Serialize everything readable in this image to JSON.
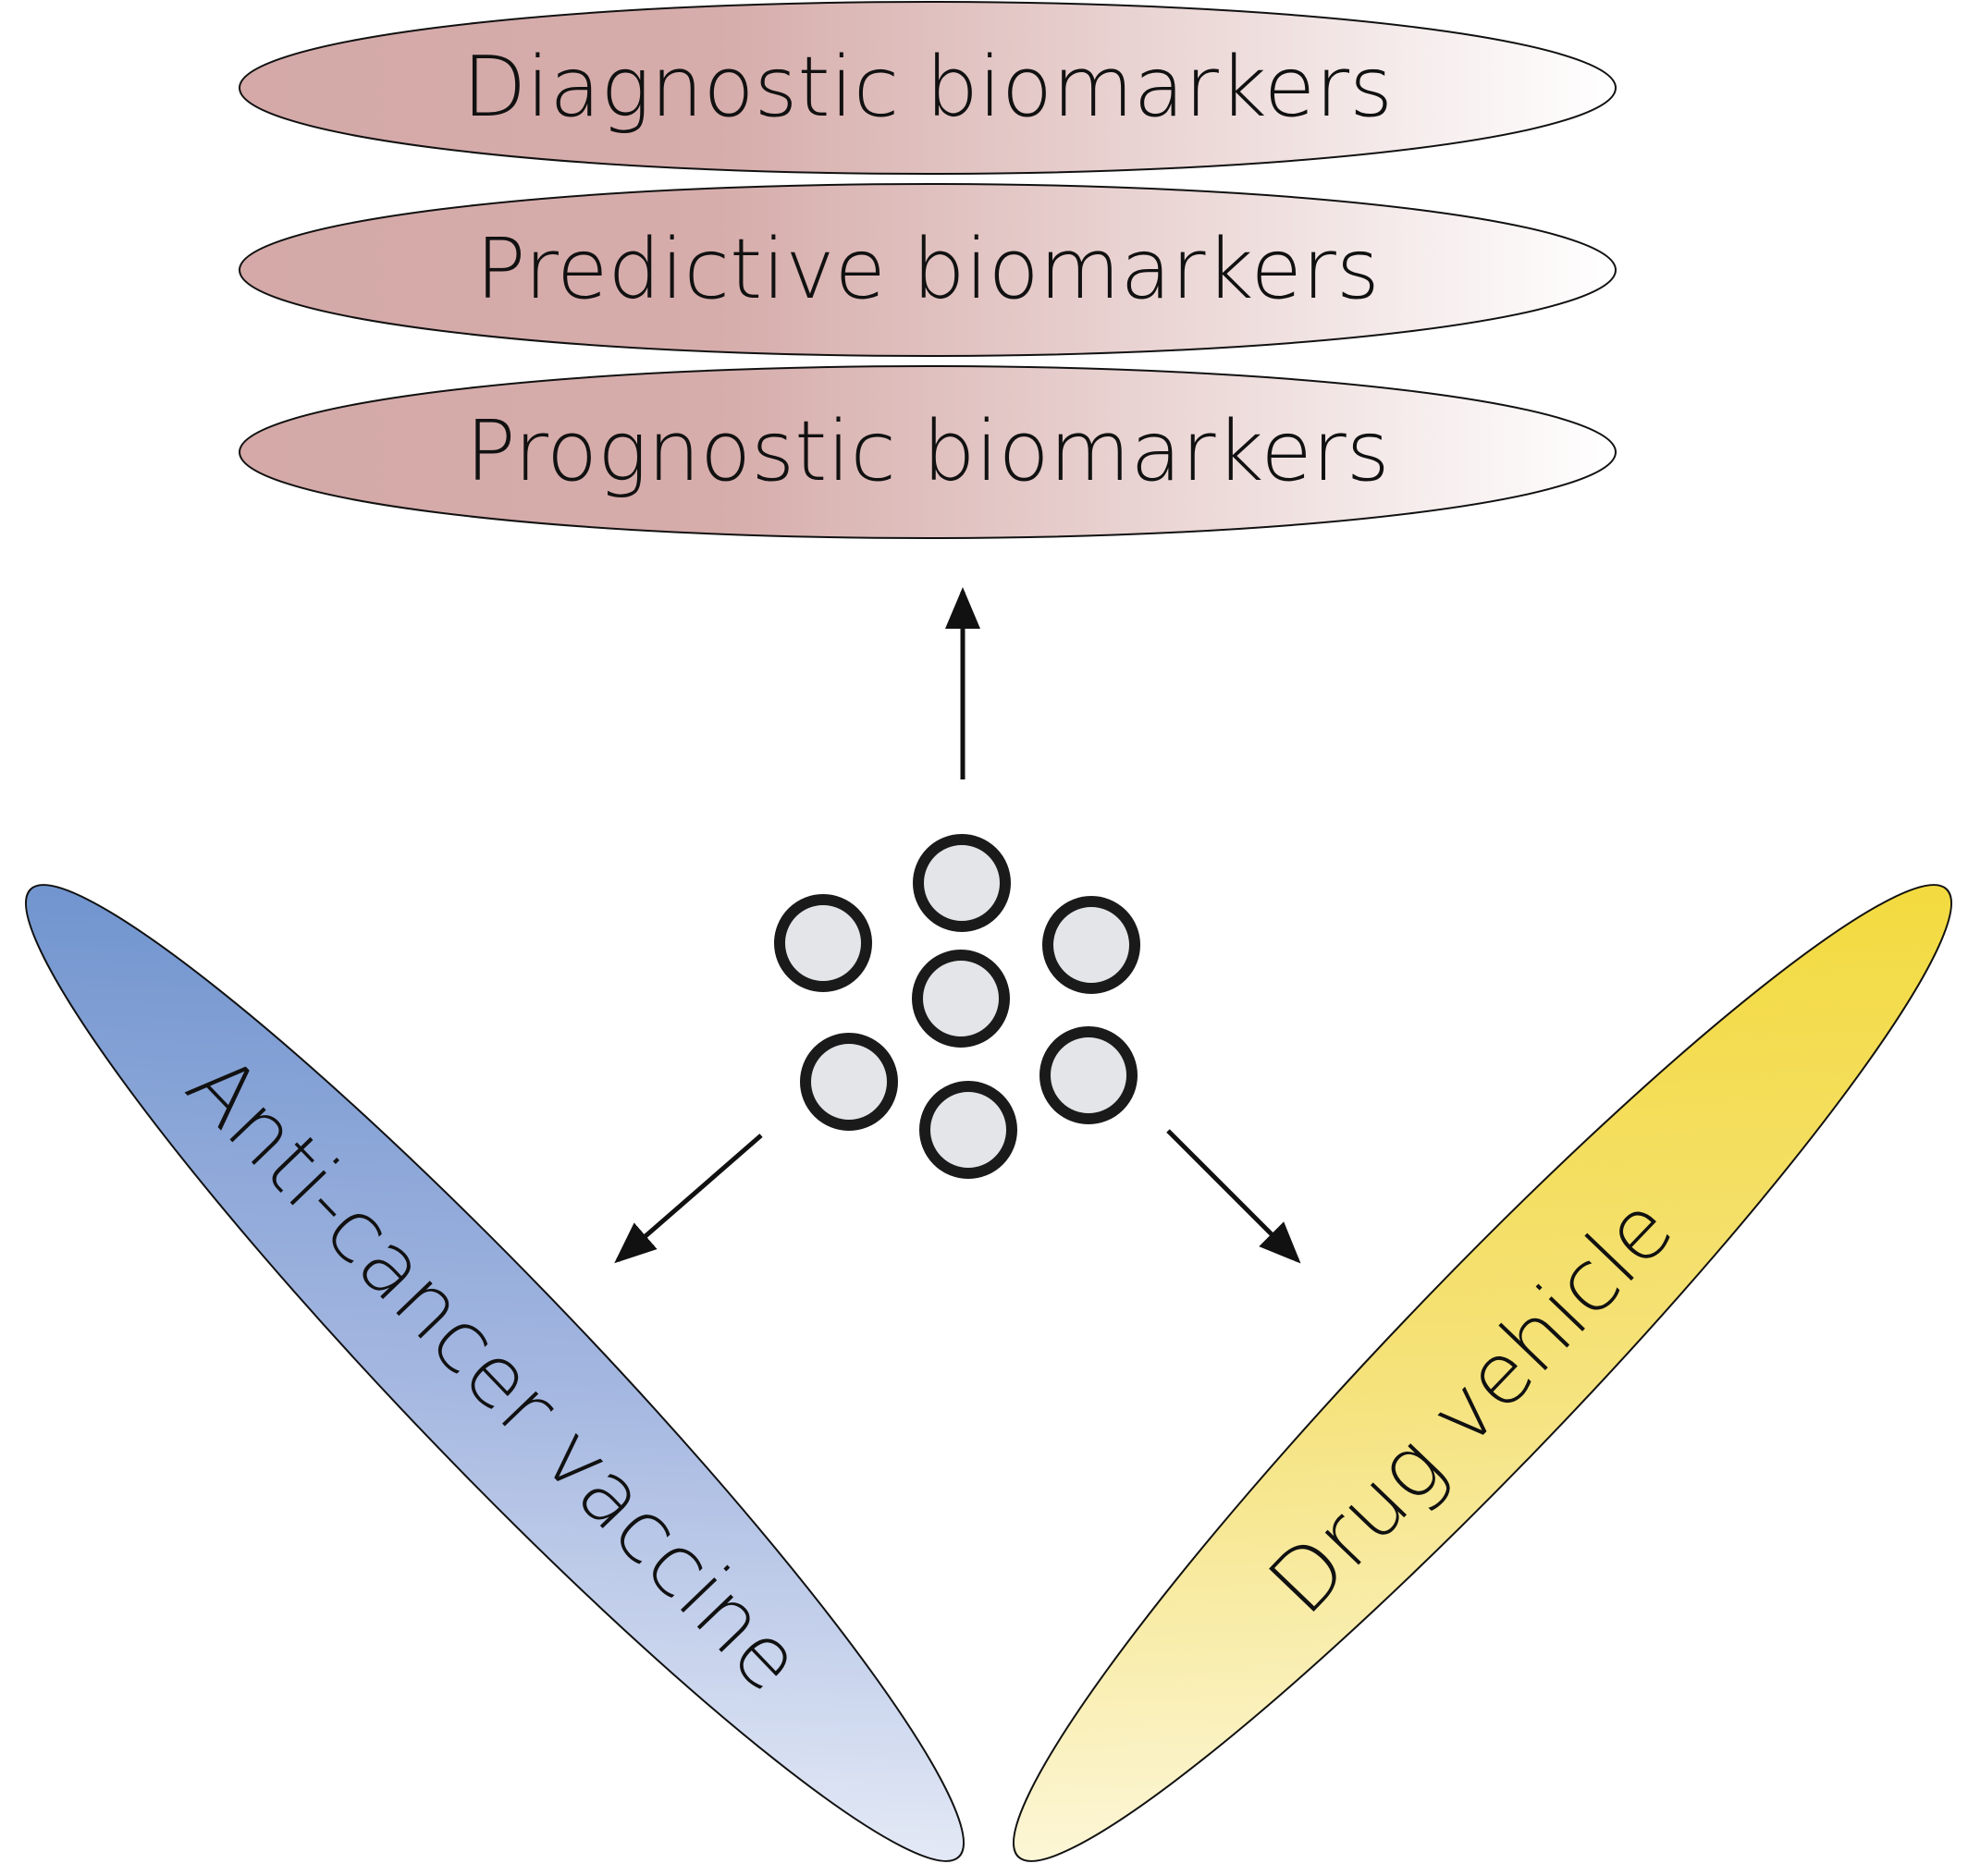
{
  "biomarkers": {
    "diagnostic": "Diagnostic biomarkers",
    "predictive": "Predictive biomarkers",
    "prognostic": "Prognostic biomarkers"
  },
  "applications": {
    "vaccine": "Anti-cancer vaccine",
    "vehicle": "Drug vehicle"
  },
  "colors": {
    "biomarker_fill": "#d4a9a8",
    "vaccine_fill": "#5b86c7",
    "vehicle_fill": "#f2d726",
    "vesicle_fill": "#e3e5e8",
    "vesicle_stroke": "#1a1a1a",
    "arrow": "#111111"
  }
}
